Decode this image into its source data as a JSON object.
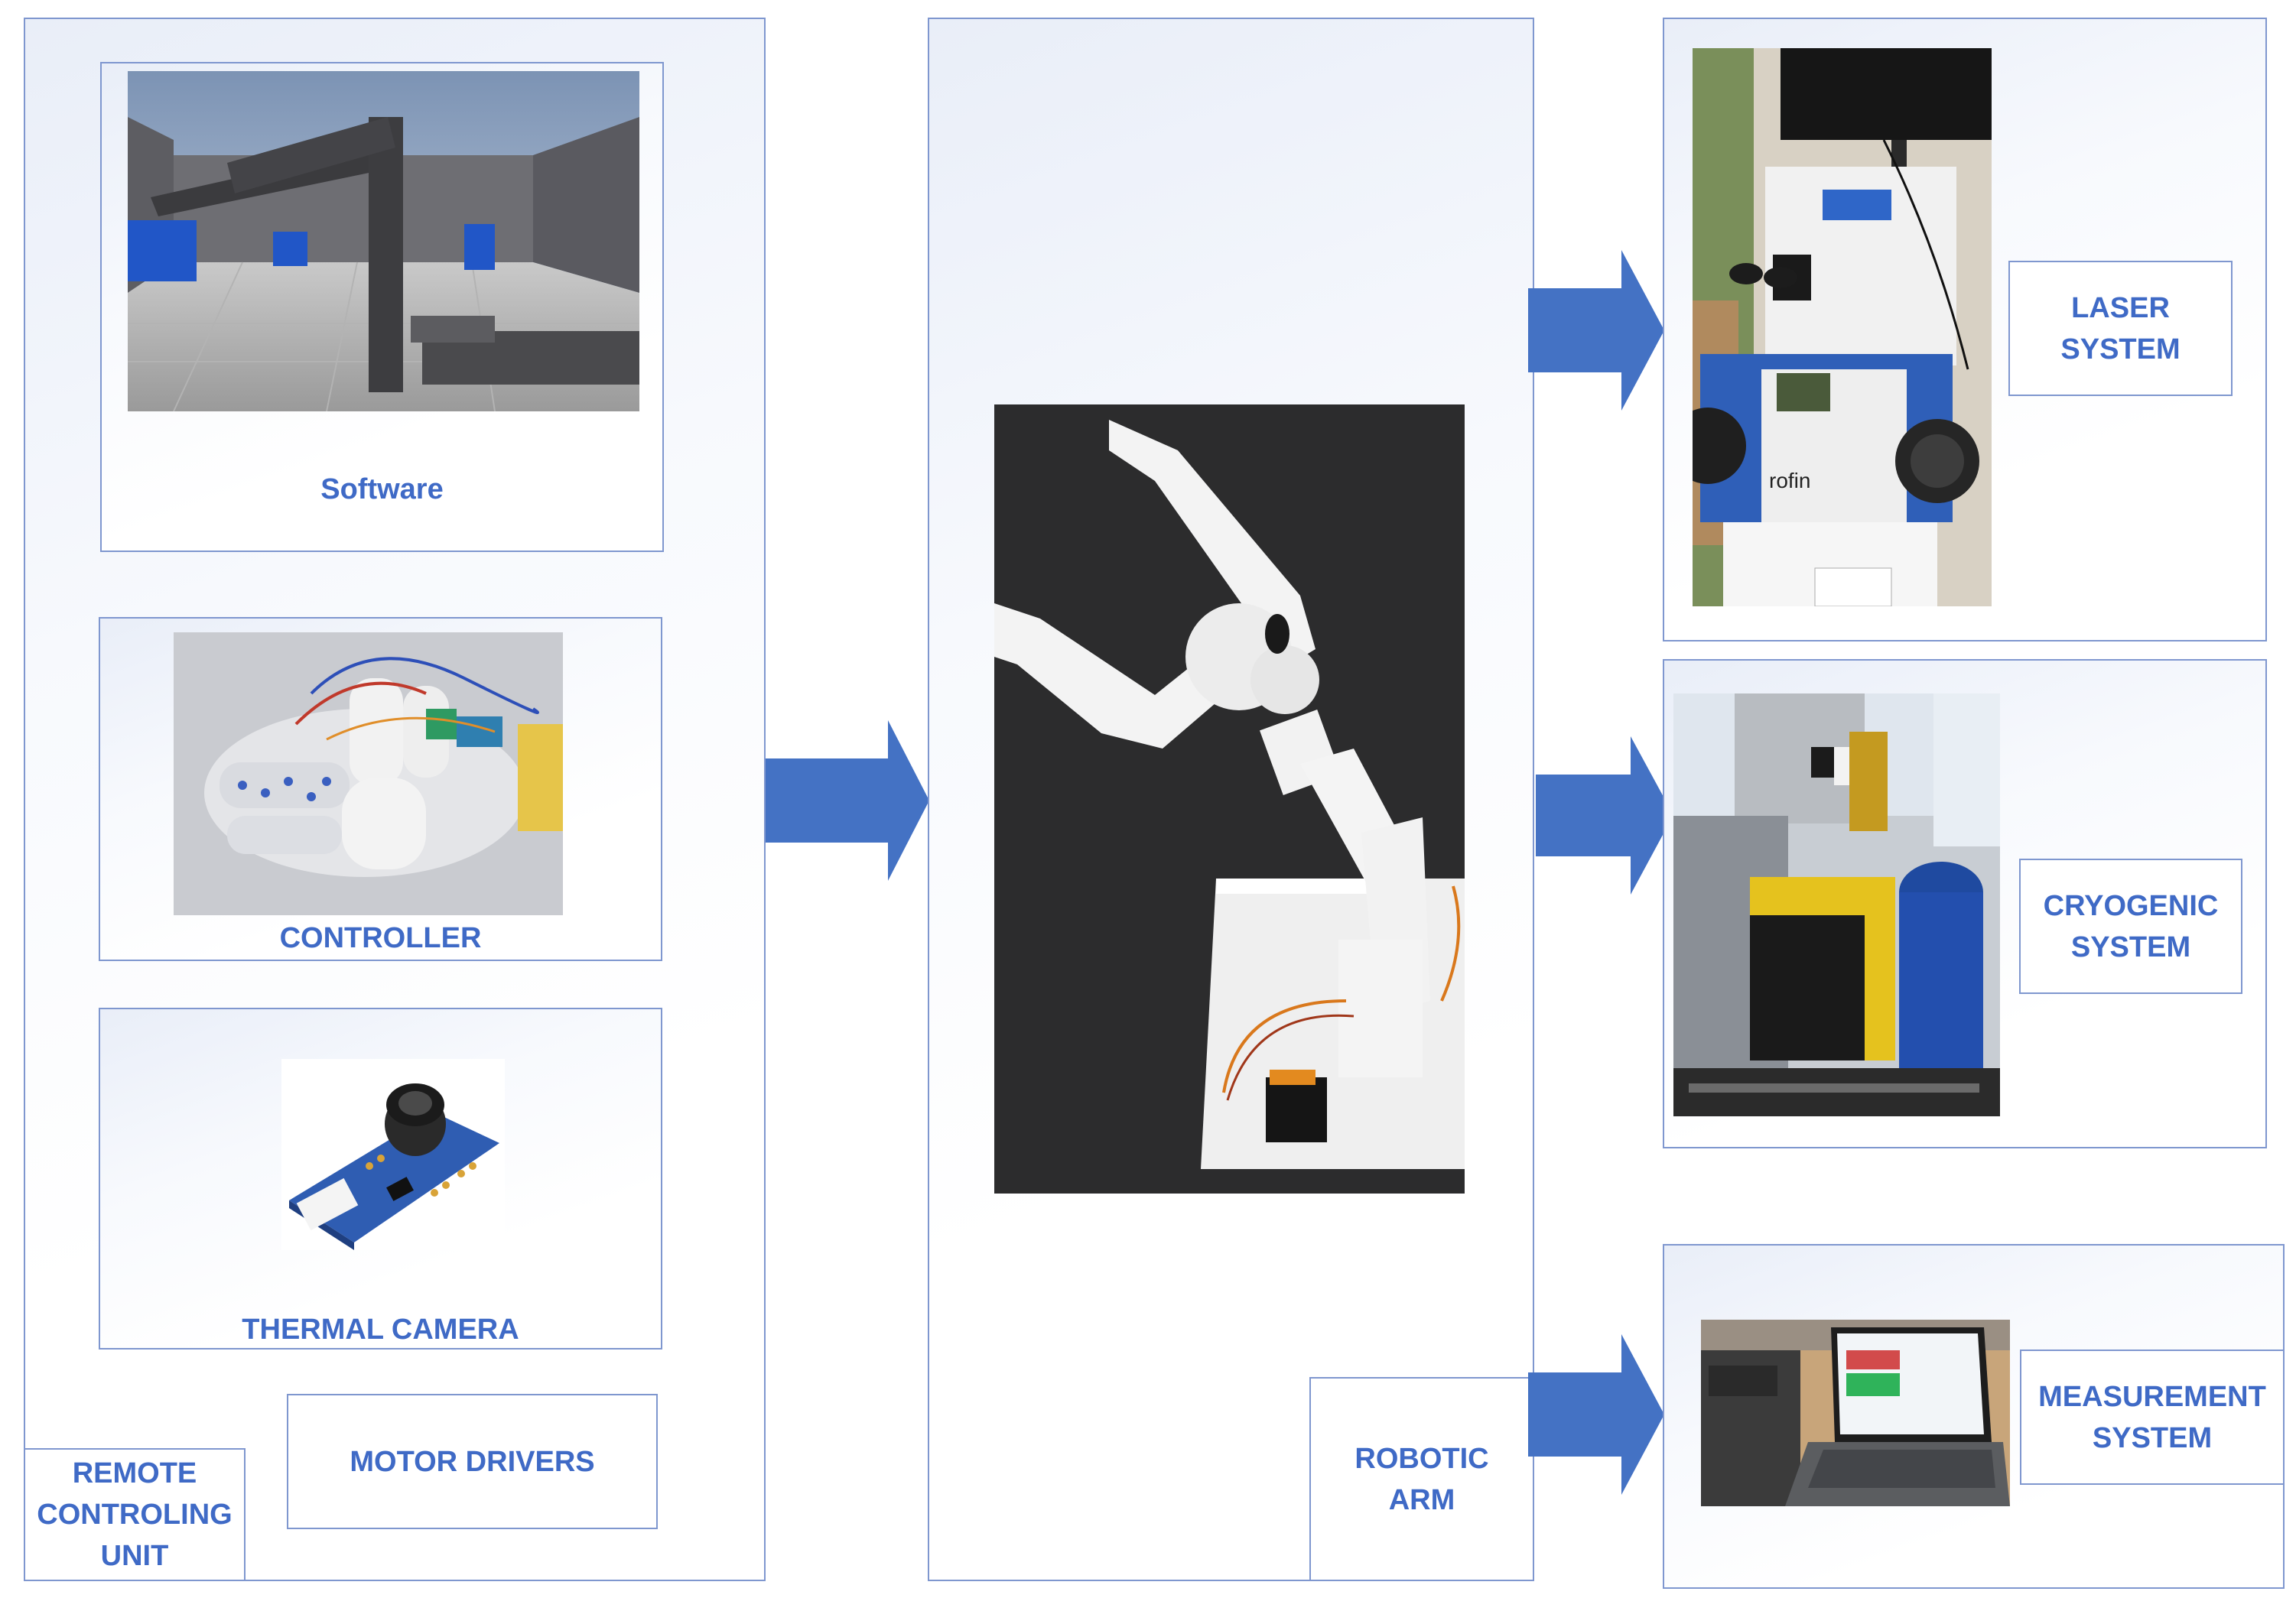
{
  "left_panel": {
    "software_label": "Software",
    "controller_label": "CONTROLLER",
    "thermal_camera_label": "THERMAL CAMERA",
    "motor_drivers_label": "MOTOR DRIVERS",
    "remote_unit_label": "REMOTE\nCONTROLING\nUNIT"
  },
  "center_panel": {
    "robotic_arm_label": "ROBOTIC\nARM"
  },
  "right_panel": {
    "laser_label": "LASER\nSYSTEM",
    "cryogenic_label": "CRYOGENIC\nSYSTEM",
    "measurement_label": "MEASUREMENT\nSYSTEM",
    "laser_brand_text": "rofin"
  },
  "colors": {
    "accent": "#3f6ac6",
    "border": "#7f97cf",
    "arrow": "#4472c4"
  }
}
